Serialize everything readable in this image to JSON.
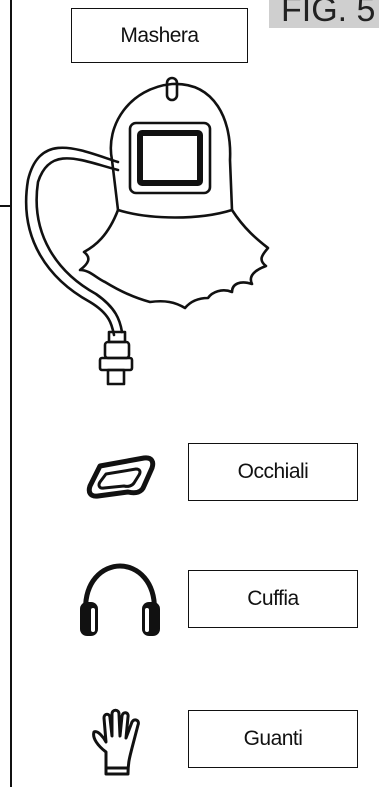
{
  "figure": {
    "label": "FIG. 5"
  },
  "items": {
    "mask": {
      "label": "Mashera"
    },
    "goggles": {
      "label": "Occhiali"
    },
    "headphones": {
      "label": "Cuffia"
    },
    "gloves": {
      "label": "Guanti"
    }
  },
  "icons": [
    "hood-mask-icon",
    "goggles-icon",
    "headphones-icon",
    "glove-icon"
  ]
}
